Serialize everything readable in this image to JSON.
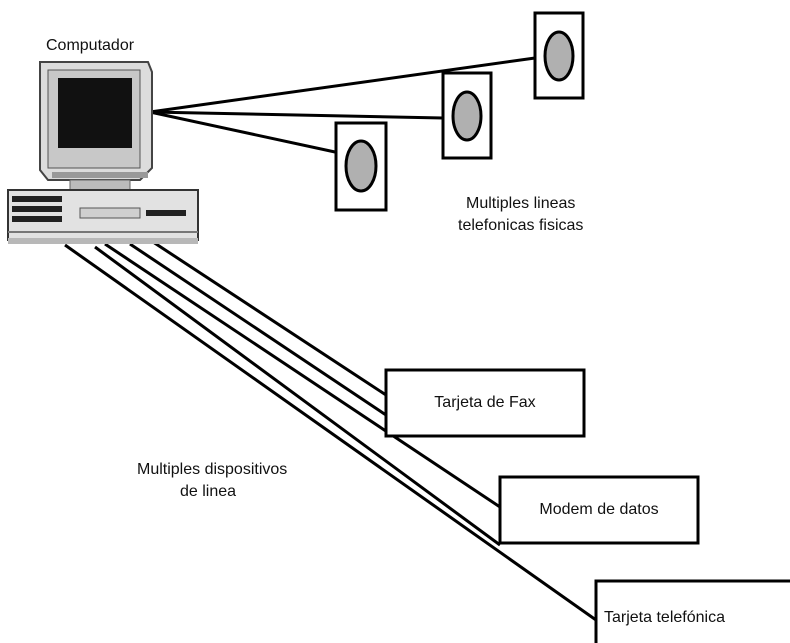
{
  "computer": {
    "label": "Computador"
  },
  "phone_lines": {
    "caption_line1": "Multiples lineas",
    "caption_line2": "telefonicas fisicas"
  },
  "line_devices": {
    "caption_line1": "Multiples dispositivos",
    "caption_line2": "de linea",
    "items": [
      {
        "label": "Tarjeta de Fax"
      },
      {
        "label": "Modem de datos"
      },
      {
        "label": "Tarjeta telefónica"
      }
    ]
  }
}
